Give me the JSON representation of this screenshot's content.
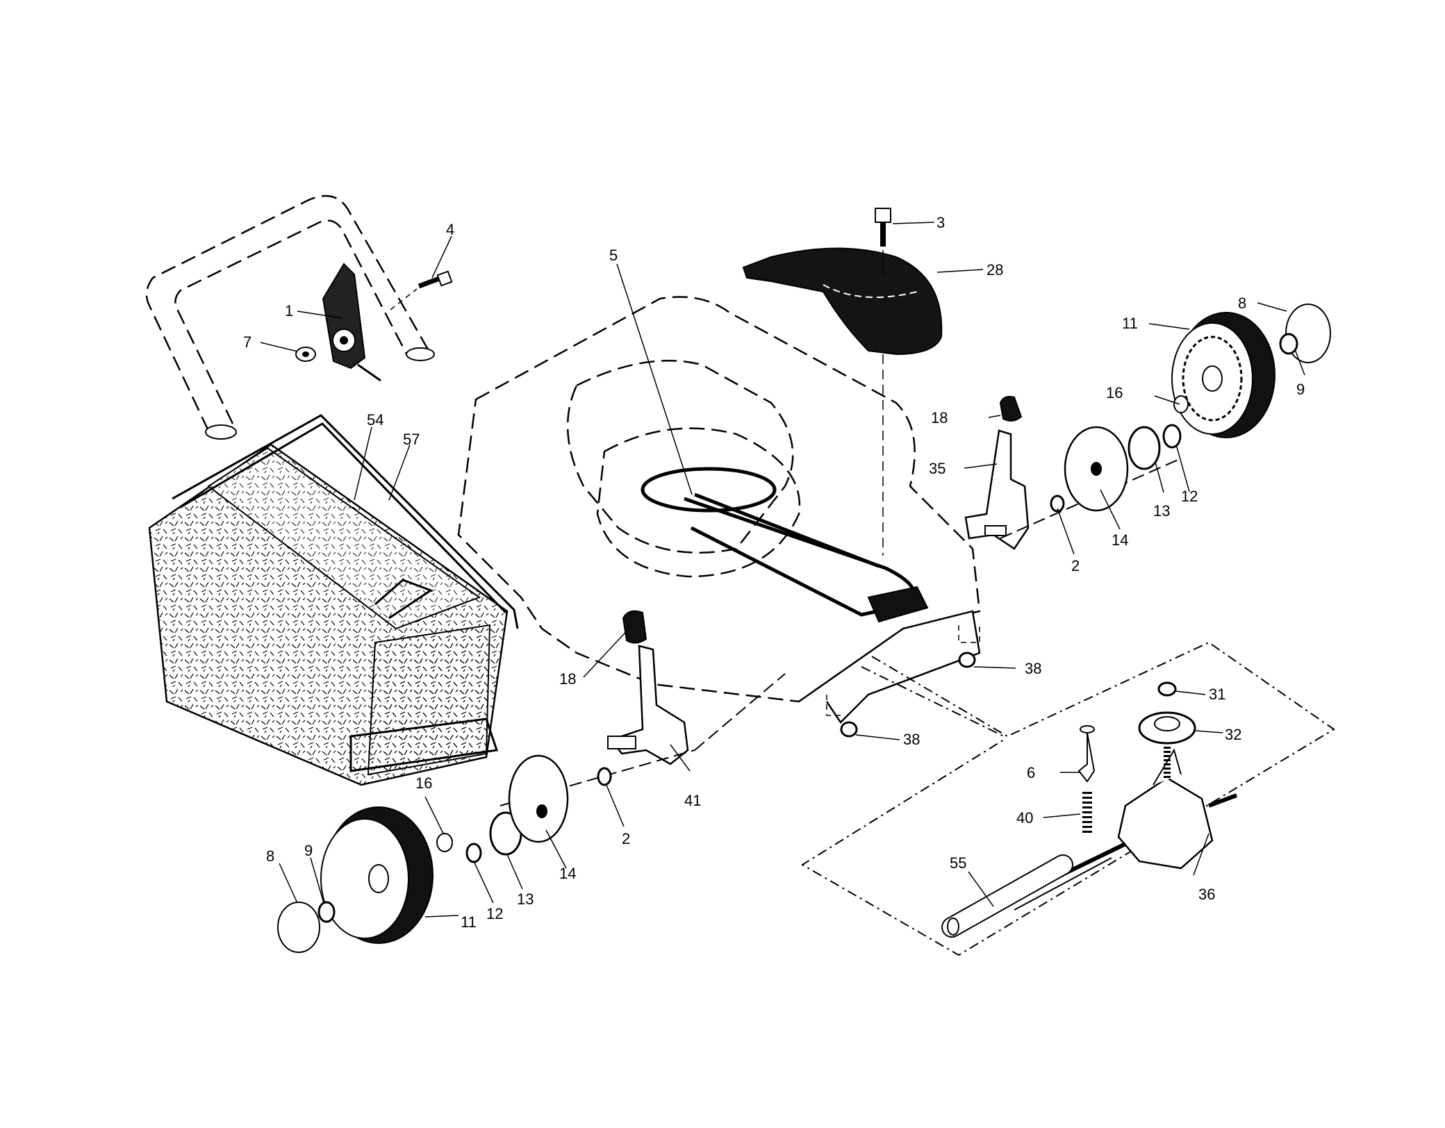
{
  "diagram": {
    "colors": {
      "ink": "#000000",
      "paper": "#ffffff",
      "fill_dark": "#141414"
    },
    "callouts": [
      {
        "id": "c1",
        "label": "1"
      },
      {
        "id": "c2a",
        "label": "2"
      },
      {
        "id": "c2b",
        "label": "2"
      },
      {
        "id": "c3",
        "label": "3"
      },
      {
        "id": "c4",
        "label": "4"
      },
      {
        "id": "c5",
        "label": "5"
      },
      {
        "id": "c6",
        "label": "6"
      },
      {
        "id": "c7",
        "label": "7"
      },
      {
        "id": "c8a",
        "label": "8"
      },
      {
        "id": "c8b",
        "label": "8"
      },
      {
        "id": "c9a",
        "label": "9"
      },
      {
        "id": "c9b",
        "label": "9"
      },
      {
        "id": "c11a",
        "label": "11"
      },
      {
        "id": "c11b",
        "label": "11"
      },
      {
        "id": "c12a",
        "label": "12"
      },
      {
        "id": "c12b",
        "label": "12"
      },
      {
        "id": "c13a",
        "label": "13"
      },
      {
        "id": "c13b",
        "label": "13"
      },
      {
        "id": "c14a",
        "label": "14"
      },
      {
        "id": "c14b",
        "label": "14"
      },
      {
        "id": "c16a",
        "label": "16"
      },
      {
        "id": "c16b",
        "label": "16"
      },
      {
        "id": "c18a",
        "label": "18"
      },
      {
        "id": "c18b",
        "label": "18"
      },
      {
        "id": "c28",
        "label": "28"
      },
      {
        "id": "c31",
        "label": "31"
      },
      {
        "id": "c32",
        "label": "32"
      },
      {
        "id": "c35",
        "label": "35"
      },
      {
        "id": "c36",
        "label": "36"
      },
      {
        "id": "c38a",
        "label": "38"
      },
      {
        "id": "c38b",
        "label": "38"
      },
      {
        "id": "c40",
        "label": "40"
      },
      {
        "id": "c41",
        "label": "41"
      },
      {
        "id": "c54",
        "label": "54"
      },
      {
        "id": "c55",
        "label": "55"
      },
      {
        "id": "c57",
        "label": "57"
      }
    ]
  }
}
